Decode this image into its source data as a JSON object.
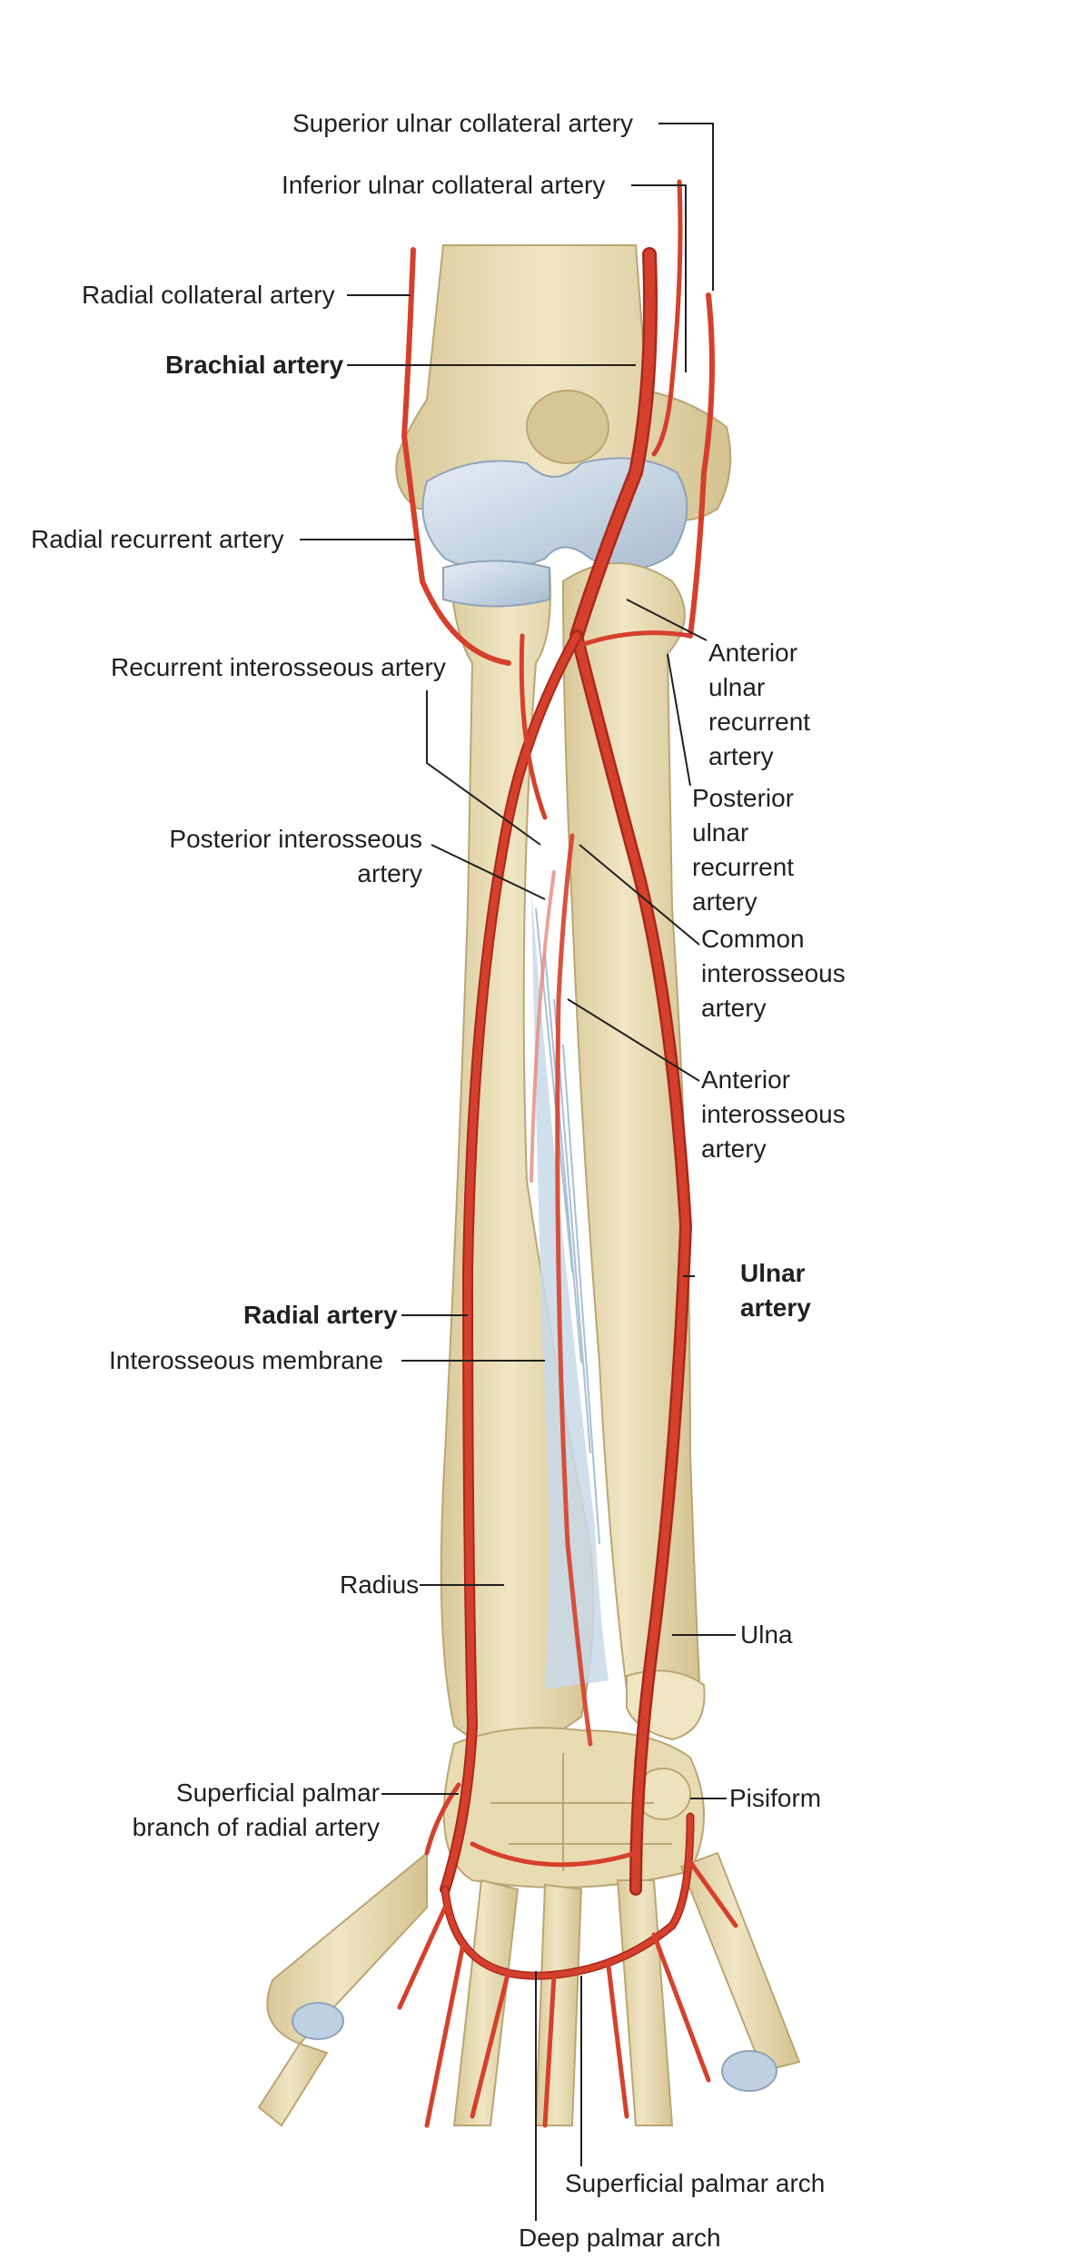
{
  "labels": {
    "superior_ulnar_collateral": "Superior ulnar collateral artery",
    "inferior_ulnar_collateral": "Inferior ulnar collateral artery",
    "radial_collateral": "Radial collateral artery",
    "brachial": "Brachial artery",
    "radial_recurrent": "Radial recurrent artery",
    "recurrent_interosseous": "Recurrent interosseous artery",
    "posterior_interosseous": [
      "Posterior interosseous",
      "artery"
    ],
    "anterior_ulnar_recurrent": [
      "Anterior",
      "ulnar",
      "recurrent",
      "artery"
    ],
    "posterior_ulnar_recurrent": [
      "Posterior",
      "ulnar",
      "recurrent",
      "artery"
    ],
    "common_interosseous": [
      "Common",
      "interosseous",
      "artery"
    ],
    "anterior_interosseous": [
      "Anterior",
      "interosseous",
      "artery"
    ],
    "ulnar": [
      "Ulnar",
      "artery"
    ],
    "radial": "Radial artery",
    "interosseous_membrane": "Interosseous membrane",
    "radius": "Radius",
    "ulna": "Ulna",
    "superficial_palmar_branch": [
      "Superficial palmar",
      "branch of radial artery"
    ],
    "pisiform": "Pisiform",
    "superficial_palmar_arch": "Superficial palmar arch",
    "deep_palmar_arch": "Deep palmar arch"
  },
  "colors": {
    "bone": "#ecdfb8",
    "bone_shade": "#cdbb8a",
    "cartilage": "#c6d5e4",
    "artery": "#d5402c",
    "artery_dark": "#a8281b",
    "membrane": "#c9d9ea",
    "leader": "#231f20"
  }
}
